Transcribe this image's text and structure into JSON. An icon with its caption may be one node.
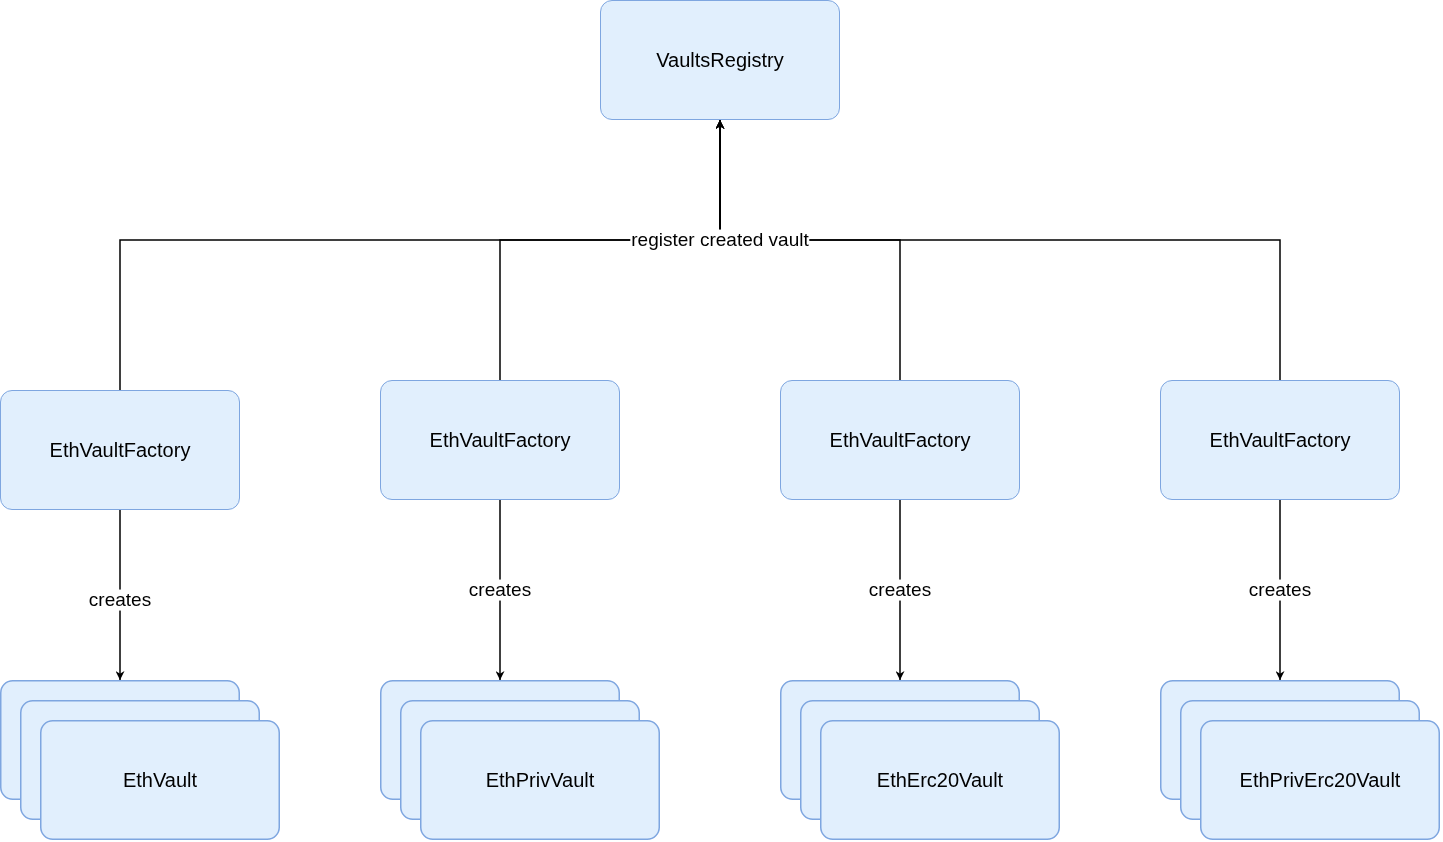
{
  "diagram": {
    "nodes": [
      {
        "text": [
          "VaultsRegistry"
        ]
      },
      {
        "text": [
          "EthVaultFactory"
        ]
      },
      {
        "text": [
          "EthVaultFactory"
        ]
      },
      {
        "text": [
          "EthVaultFactory"
        ]
      },
      {
        "text": [
          "EthVaultFactory"
        ]
      },
      {
        "text": [
          "EthVault"
        ]
      },
      {
        "text": [
          "EthPrivVault"
        ]
      },
      {
        "text": [
          "EthErc20Vault"
        ]
      },
      {
        "text": [
          "EthPrivErc20Vault"
        ]
      }
    ],
    "edges": [
      {
        "from": 1,
        "to": 0,
        "arrow": "to",
        "label": "register created vault"
      },
      {
        "from": 2,
        "to": 0,
        "arrow": "to"
      },
      {
        "from": 3,
        "to": 0,
        "arrow": "to"
      },
      {
        "from": 4,
        "to": 0,
        "arrow": "to"
      },
      {
        "from": 1,
        "to": 5,
        "arrow": "to",
        "label": "creates"
      },
      {
        "from": 2,
        "to": 6,
        "arrow": "to",
        "label": "creates"
      },
      {
        "from": 3,
        "to": 7,
        "arrow": "to",
        "label": "creates"
      },
      {
        "from": 4,
        "to": 8,
        "arrow": "to",
        "label": "creates"
      }
    ]
  }
}
